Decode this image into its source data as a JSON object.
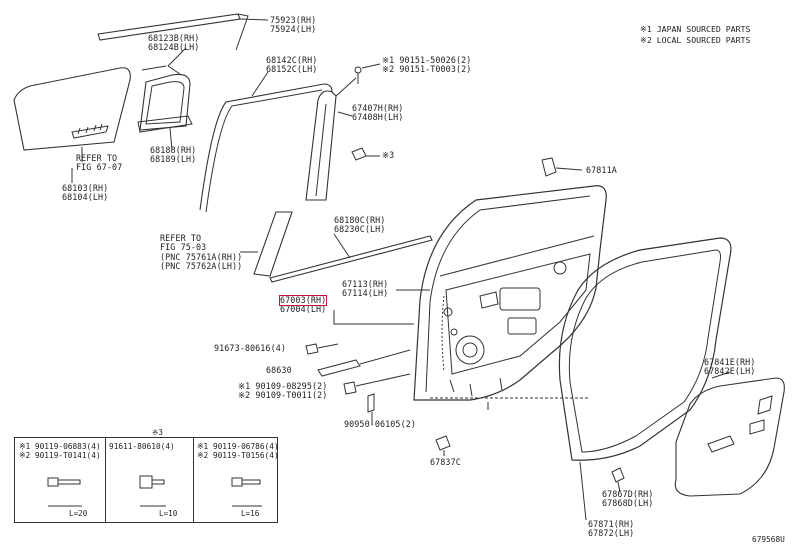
{
  "notes": {
    "line1": "※1 JAPAN SOURCED PARTS",
    "line2": "※2 LOCAL SOURCED PARTS"
  },
  "labels": {
    "p75923": [
      "75923(RH)",
      "75924(LH)"
    ],
    "p68123": [
      "68123B(RH)",
      "68124B(LH)"
    ],
    "p68142": [
      "68142C(RH)",
      "68152C(LH)"
    ],
    "p90151": [
      "※1 90151-50026(2)",
      "※2 90151-T0003(2)"
    ],
    "p67407": [
      "67407H(RH)",
      "67408H(LH)"
    ],
    "p3": "※3",
    "p68188": [
      "68188(RH)",
      "68189(LH)"
    ],
    "refer67": [
      "REFER TO",
      "FIG 67-07"
    ],
    "p68103": [
      "68103(RH)",
      "68104(LH)"
    ],
    "p67811": "67811A",
    "p68180": [
      "68180C(RH)",
      "68230C(LH)"
    ],
    "refer75": [
      "REFER TO",
      "FIG 75-03",
      "(PNC 75761A(RH))",
      "(PNC 75762A(LH))"
    ],
    "p67113": [
      "67113(RH)",
      "67114(LH)"
    ],
    "p67003": [
      "67003(RH)",
      "67004(LH)"
    ],
    "p91673": "91673-80616(4)",
    "p68630": "68630",
    "p90109": [
      "※1 90109-08295(2)",
      "※2 90109-T0011(2)"
    ],
    "p90950": "90950-06105(2)",
    "p67841": [
      "67841E(RH)",
      "67842E(LH)"
    ],
    "p67837": "67837C",
    "p67867": [
      "67867D(RH)",
      "67868D(LH)"
    ],
    "p67871": [
      "67871(RH)",
      "67872(LH)"
    ]
  },
  "table": {
    "note": "※3",
    "cells": [
      {
        "lines": [
          "※1 90119-06883(4)",
          "※2 90119-T0141(4)"
        ],
        "dim": "L=20"
      },
      {
        "lines": [
          "91611-80610(4)"
        ],
        "dim": "L=10"
      },
      {
        "lines": [
          "※1 90119-06786(4)",
          "※2 90119-T0156(4)"
        ],
        "dim": "L=16"
      }
    ]
  },
  "code": "679568U",
  "colors": {
    "line": "#333333",
    "highlight": "#c0143c"
  }
}
